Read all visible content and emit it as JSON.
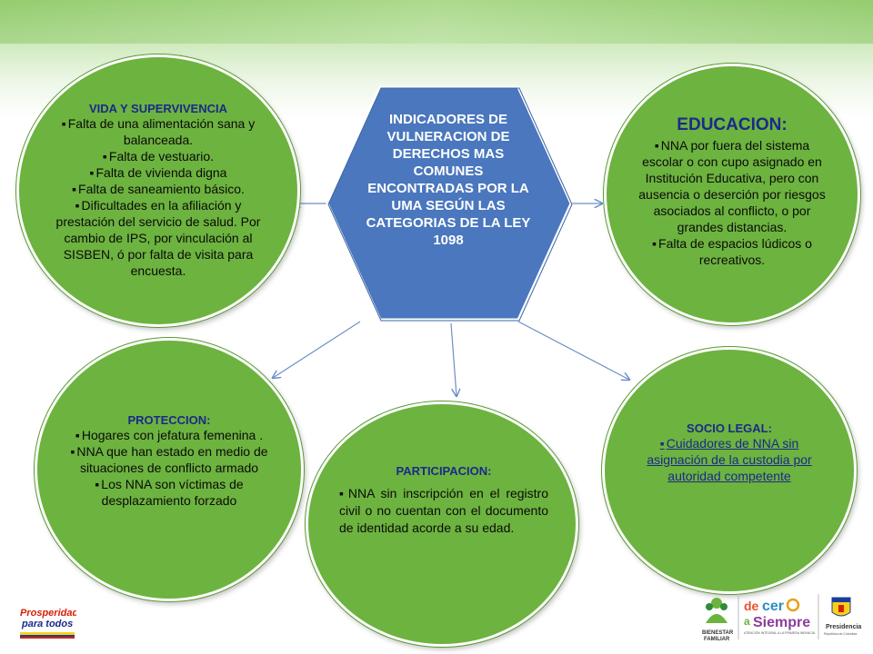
{
  "center": {
    "title": "INDICADORES DE VULNERACION DE DERECHOS MAS COMUNES ENCONTRADAS POR LA UMA SEGÚN LAS CATEGORIAS DE LA LEY 1098"
  },
  "vida": {
    "title": "VIDA Y SUPERVIVENCIA",
    "items": [
      "Falta de  una alimentación sana y balanceada.",
      "Falta de vestuario.",
      "Falta de vivienda digna",
      "Falta de saneamiento básico.",
      "Dificultades en la afiliación y prestación del servicio de salud. Por cambio de IPS, por vinculación al SISBEN, ó por falta de visita para encuesta."
    ]
  },
  "educacion": {
    "title": "EDUCACION:",
    "items": [
      "NNA por fuera del sistema escolar o con cupo asignado en Institución Educativa, pero con ausencia o deserción por riesgos asociados al conflicto, o por grandes distancias.",
      "Falta de espacios lúdicos o recreativos."
    ]
  },
  "proteccion": {
    "title": "PROTECCION:",
    "items": [
      "Hogares con jefatura femenina .",
      "NNA que han estado en medio de situaciones de conflicto  armado",
      "Los NNA son víctimas de desplazamiento forzado"
    ]
  },
  "participacion": {
    "title": "PARTICIPACION:",
    "items": [
      "NNA sin inscripción en el registro civil o  no cuentan con el documento de identidad acorde a su edad."
    ]
  },
  "sociolegal": {
    "title": "SOCIO LEGAL:",
    "items": [
      "Cuidadores de NNA  sin asignación  de la custodia  por autoridad competente"
    ]
  },
  "logos": {
    "left": "Prosperidad para todos",
    "bienestar": "BIENESTAR FAMILIAR",
    "decero": "de cero a siempre",
    "presidencia": "Presidencia"
  }
}
